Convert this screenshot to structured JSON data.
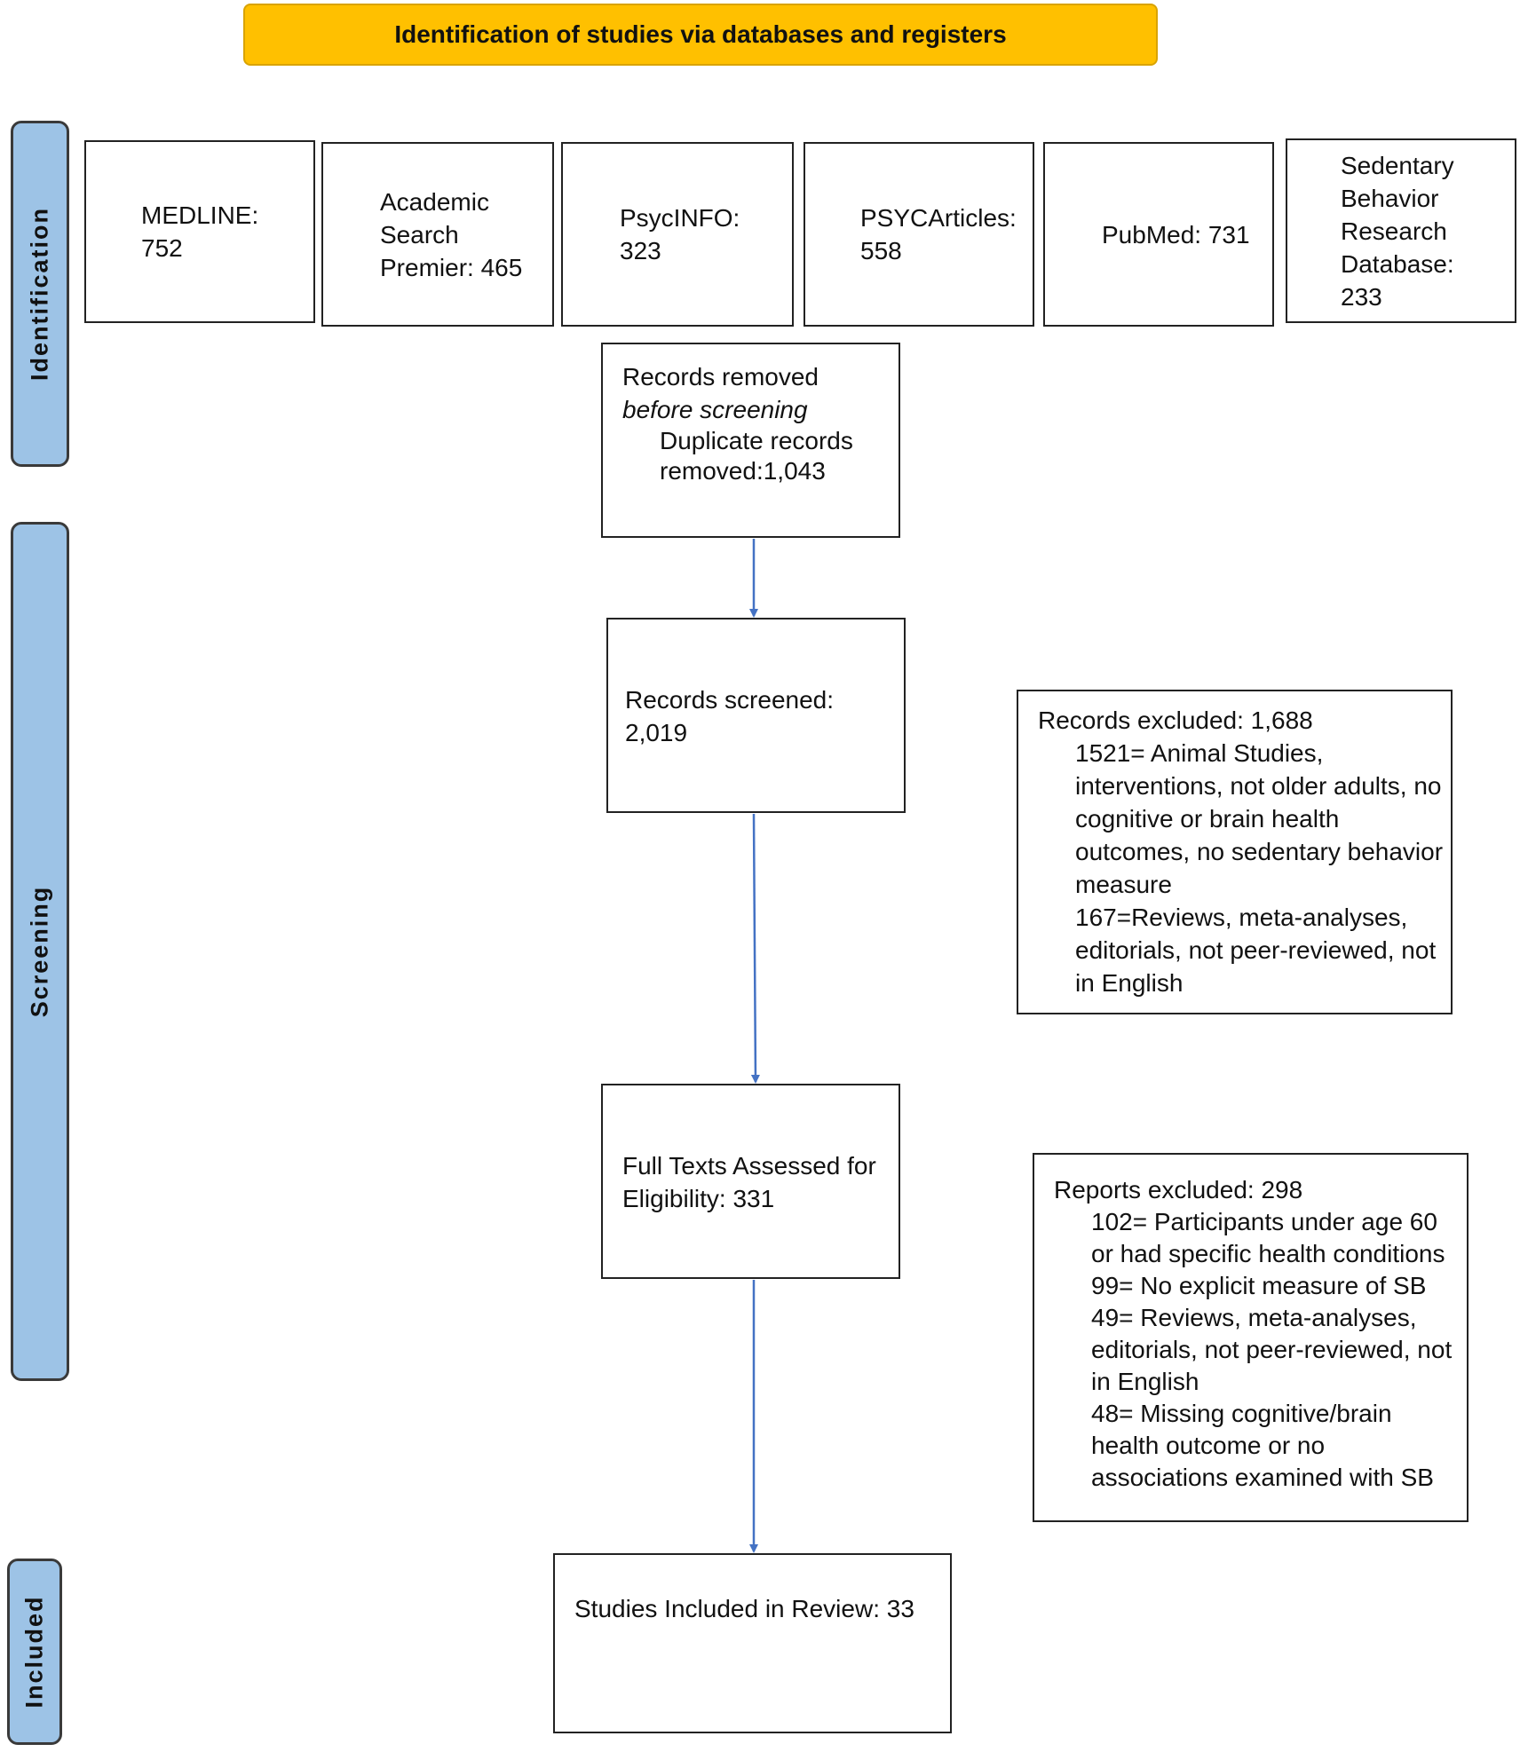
{
  "header": {
    "title": "Identification of studies via databases and registers"
  },
  "phases": {
    "identification": "Identification",
    "screening": "Screening",
    "included": "Included"
  },
  "databases": [
    {
      "text": "MEDLINE:\n752"
    },
    {
      "text": "Academic\nSearch\nPremier: 465"
    },
    {
      "text": "PsycINFO:\n323"
    },
    {
      "text": "PSYCArticles:\n558"
    },
    {
      "text": "PubMed: 731"
    },
    {
      "text": "Sedentary\nBehavior\nResearch\nDatabase:\n233"
    }
  ],
  "removed": {
    "title": "Records removed",
    "subtitle": "before screening",
    "detail": "Duplicate records\nremoved:1,043"
  },
  "screened": {
    "text": "Records screened:\n2,019"
  },
  "records_excluded": {
    "title": "Records excluded: 1,688",
    "reason1": "1521= Animal Studies,\ninterventions, not older adults, no\ncognitive or brain health\noutcomes, no sedentary behavior\nmeasure",
    "reason2": "167=Reviews, meta-analyses,\neditorials, not peer-reviewed, not\nin English"
  },
  "full_texts": {
    "text": "Full Texts Assessed for\nEligibility: 331"
  },
  "reports_excluded": {
    "title": "Reports excluded: 298",
    "reason1": "102= Participants under age 60\nor had specific health conditions",
    "reason2": "99= No explicit measure of SB",
    "reason3": "49= Reviews, meta-analyses,\neditorials, not peer-reviewed, not\nin English",
    "reason4": "48= Missing cognitive/brain\nhealth outcome or no\nassociations examined with SB"
  },
  "included": {
    "text": "Studies Included in Review: 33"
  },
  "colors": {
    "banner": "#FFC000",
    "phase_fill": "#9DC3E6",
    "arrow": "#4472C4"
  }
}
